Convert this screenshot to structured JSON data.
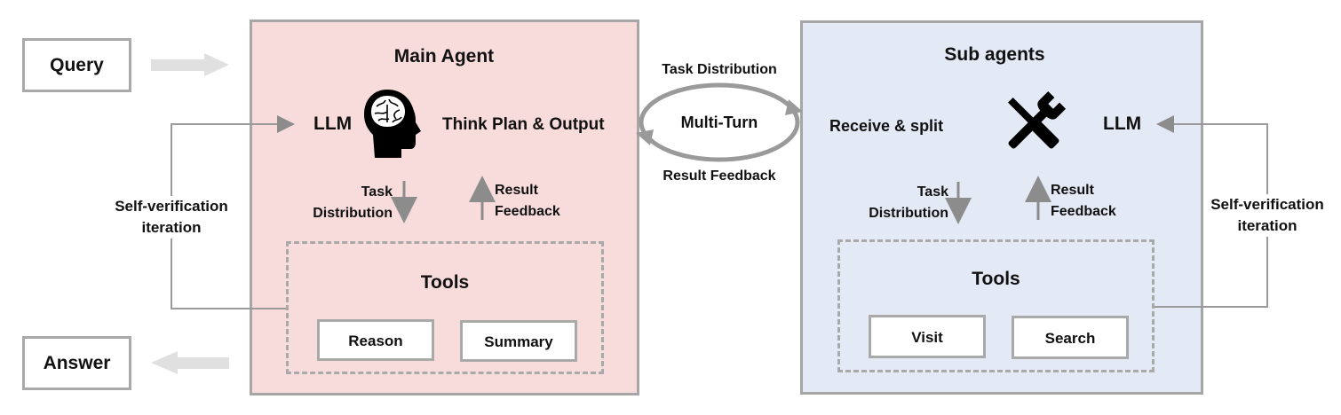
{
  "query": "Query",
  "answer": "Answer",
  "main_agent": {
    "title": "Main Agent",
    "llm": "LLM",
    "think": "Think Plan & Output",
    "task_distribution": [
      "Task",
      "Distribution"
    ],
    "result_feedback": [
      "Result",
      "Feedback"
    ],
    "tools_title": "Tools",
    "tools": [
      "Reason",
      "Summary"
    ],
    "color": "#f8dcdc"
  },
  "sub_agents": {
    "title": "Sub agents",
    "receive": "Receive & split",
    "llm": "LLM",
    "task_distribution": [
      "Task",
      "Distribution"
    ],
    "result_feedback": [
      "Result",
      "Feedback"
    ],
    "tools_title": "Tools",
    "tools": [
      "Visit",
      "Search"
    ],
    "color": "#e3e9f5"
  },
  "middle": {
    "task_distribution": "Task Distribution",
    "multi_turn": "Multi-Turn",
    "result_feedback": "Result Feedback"
  },
  "self_verification": [
    "Self-verification",
    "iteration"
  ],
  "icons": [
    "brain-head-icon",
    "tools-icon"
  ]
}
